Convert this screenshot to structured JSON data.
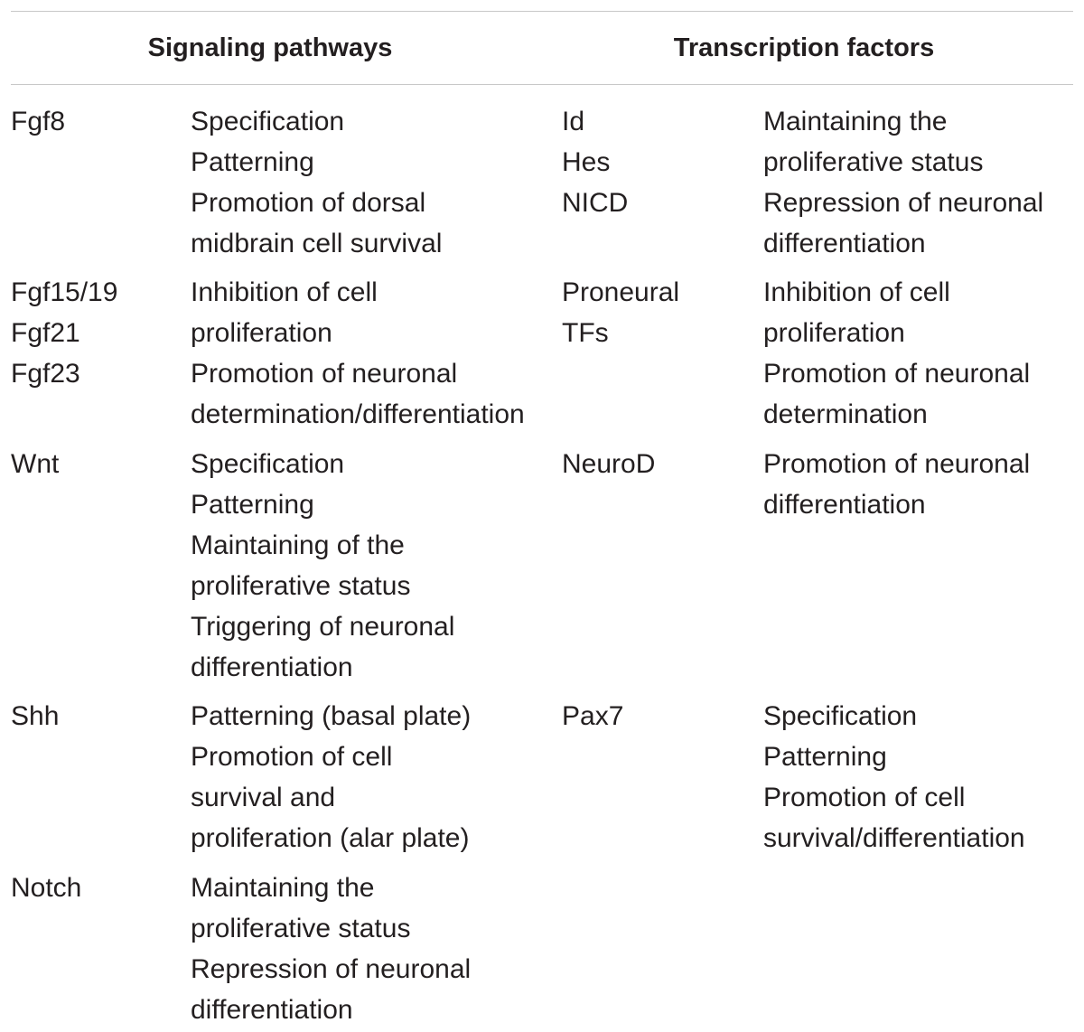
{
  "table": {
    "headers": {
      "signaling": "Signaling pathways",
      "transcription": "Transcription factors"
    },
    "rows": [
      {
        "pathway": [
          "Fgf8"
        ],
        "pathway_roles": [
          "Specification",
          "Patterning",
          "Promotion of dorsal",
          "midbrain cell survival"
        ],
        "tf": [
          "Id",
          "Hes",
          "NICD"
        ],
        "tf_roles": [
          "Maintaining the",
          "proliferative status",
          "Repression of neuronal",
          "differentiation"
        ]
      },
      {
        "pathway": [
          "Fgf15/19",
          "Fgf21",
          "Fgf23"
        ],
        "pathway_roles": [
          "Inhibition of cell",
          "proliferation",
          "Promotion of neuronal",
          "determination/differentiation"
        ],
        "tf": [
          "Proneural",
          "TFs"
        ],
        "tf_roles": [
          "Inhibition of cell",
          "proliferation",
          "Promotion of neuronal",
          "determination"
        ]
      },
      {
        "pathway": [
          "Wnt"
        ],
        "pathway_roles": [
          "Specification",
          "Patterning",
          "Maintaining of the",
          "proliferative status",
          "Triggering of neuronal",
          "differentiation"
        ],
        "tf": [
          "NeuroD"
        ],
        "tf_roles": [
          "Promotion of neuronal",
          "differentiation"
        ]
      },
      {
        "pathway": [
          "Shh"
        ],
        "pathway_roles": [
          "Patterning (basal plate)",
          "Promotion of cell",
          "survival and",
          "proliferation (alar plate)"
        ],
        "tf": [
          "Pax7"
        ],
        "tf_roles": [
          "Specification",
          "Patterning",
          "Promotion of cell",
          "survival/differentiation"
        ]
      },
      {
        "pathway": [
          "Notch"
        ],
        "pathway_roles": [
          "Maintaining the",
          "proliferative status",
          "Repression of neuronal",
          "differentiation"
        ],
        "tf": [],
        "tf_roles": []
      }
    ]
  }
}
